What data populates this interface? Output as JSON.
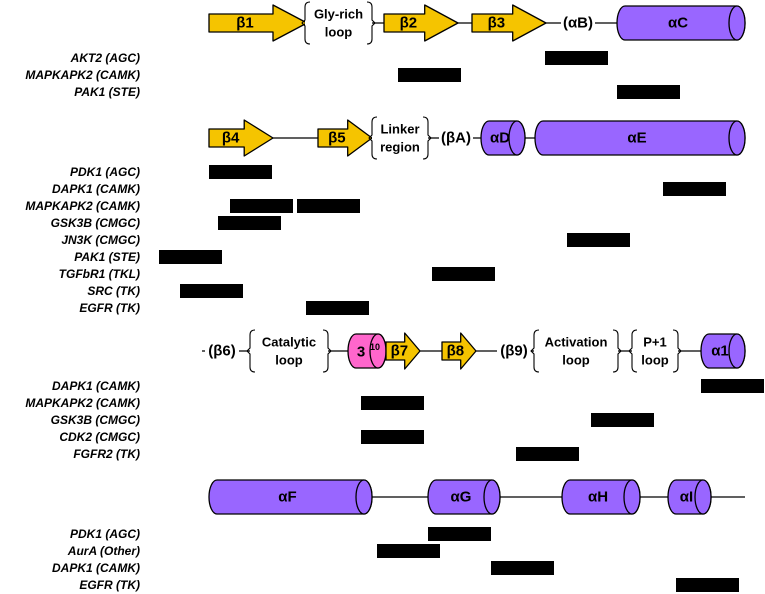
{
  "rows": [
    {
      "elements": [
        {
          "type": "arrow",
          "label": "β1"
        },
        {
          "type": "loop",
          "lines": [
            "Gly-rich",
            "loop"
          ]
        },
        {
          "type": "arrow",
          "label": "β2"
        },
        {
          "type": "arrow",
          "label": "β3"
        },
        {
          "type": "text",
          "label": "(αB)"
        },
        {
          "type": "cylinder",
          "label": "αC"
        }
      ],
      "kinases": [
        {
          "label": "AKT2 (AGC)",
          "bars": [
            [
              545,
              608
            ]
          ]
        },
        {
          "label": "MAPKAPK2 (CAMK)",
          "bars": [
            [
              398,
              461
            ]
          ]
        },
        {
          "label": "PAK1 (STE)",
          "bars": [
            [
              617,
              680
            ]
          ]
        }
      ]
    },
    {
      "elements": [
        {
          "type": "arrow",
          "label": "β4"
        },
        {
          "type": "arrow",
          "label": "β5"
        },
        {
          "type": "loop",
          "lines": [
            "Linker",
            "region"
          ]
        },
        {
          "type": "text",
          "label": "(βA)"
        },
        {
          "type": "cylinder",
          "label": "αD"
        },
        {
          "type": "cylinder",
          "label": "αE"
        }
      ],
      "kinases": [
        {
          "label": "PDK1 (AGC)",
          "bars": [
            [
              209,
              272
            ]
          ]
        },
        {
          "label": "DAPK1 (CAMK)",
          "bars": [
            [
              663,
              726
            ]
          ]
        },
        {
          "label": "MAPKAPK2 (CAMK)",
          "bars": [
            [
              230,
              293
            ],
            [
              297,
              360
            ]
          ]
        },
        {
          "label": "GSK3B (CMGC)",
          "bars": [
            [
              218,
              281
            ]
          ]
        },
        {
          "label": "JN3K (CMGC)",
          "bars": [
            [
              567,
              630
            ]
          ]
        },
        {
          "label": "PAK1 (STE)",
          "bars": [
            [
              159,
              222
            ]
          ]
        },
        {
          "label": "TGFbR1 (TKL)",
          "bars": [
            [
              432,
              495
            ]
          ]
        },
        {
          "label": "SRC (TK)",
          "bars": [
            [
              180,
              243
            ]
          ]
        },
        {
          "label": "EGFR (TK)",
          "bars": [
            [
              306,
              369
            ]
          ]
        }
      ]
    },
    {
      "elements": [
        {
          "type": "text",
          "label": "(β6)"
        },
        {
          "type": "loop",
          "lines": [
            "Catalytic",
            "loop"
          ]
        },
        {
          "type": "cylinder",
          "label": "3",
          "sup": "10"
        },
        {
          "type": "arrow",
          "label": "β7"
        },
        {
          "type": "arrow",
          "label": "β8"
        },
        {
          "type": "text",
          "label": "(β9)"
        },
        {
          "type": "loop",
          "lines": [
            "Activation",
            "loop"
          ]
        },
        {
          "type": "loop",
          "lines": [
            "P+1",
            "loop"
          ]
        },
        {
          "type": "cylinder",
          "label": "α1"
        }
      ],
      "kinases": [
        {
          "label": "DAPK1 (CAMK)",
          "bars": [
            [
              701,
              764
            ]
          ]
        },
        {
          "label": "MAPKAPK2 (CAMK)",
          "bars": [
            [
              361,
              424
            ]
          ]
        },
        {
          "label": "GSK3B (CMGC)",
          "bars": [
            [
              591,
              654
            ]
          ]
        },
        {
          "label": "CDK2 (CMGC)",
          "bars": [
            [
              361,
              424
            ]
          ]
        },
        {
          "label": "FGFR2 (TK)",
          "bars": [
            [
              516,
              579
            ]
          ]
        }
      ]
    },
    {
      "elements": [
        {
          "type": "cylinder",
          "label": "αF"
        },
        {
          "type": "cylinder",
          "label": "αG"
        },
        {
          "type": "cylinder",
          "label": "αH"
        },
        {
          "type": "cylinder",
          "label": "αI"
        }
      ],
      "kinases": [
        {
          "label": "PDK1 (AGC)",
          "bars": [
            [
              428,
              491
            ]
          ]
        },
        {
          "label": "AurA (Other)",
          "bars": [
            [
              377,
              440
            ]
          ]
        },
        {
          "label": "DAPK1 (CAMK)",
          "bars": [
            [
              491,
              554
            ]
          ]
        },
        {
          "label": "EGFR (TK)",
          "bars": [
            [
              676,
              739
            ]
          ]
        }
      ]
    }
  ],
  "colors": {
    "strand": "#F5C400",
    "helix": "#9966FF",
    "helix310": "#FF66CC",
    "bar": "#000000"
  }
}
